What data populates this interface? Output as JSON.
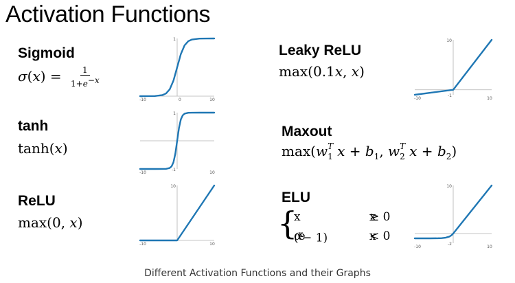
{
  "title": "Activation Functions",
  "caption": "Different Activation Functions and their Graphs",
  "colors": {
    "curve": "#1f77b4",
    "axis": "#b0b0b0",
    "tick_text": "#555555"
  },
  "functions": {
    "sigmoid": {
      "name": "Sigmoid"
    },
    "tanh": {
      "name": "tanh"
    },
    "relu": {
      "name": "ReLU"
    },
    "leaky": {
      "name": "Leaky ReLU"
    },
    "maxout": {
      "name": "Maxout"
    },
    "elu": {
      "name": "ELU"
    }
  },
  "chart_data": [
    {
      "id": "sigmoid",
      "type": "line",
      "title": "Sigmoid",
      "xlim": [
        -10,
        10
      ],
      "ylim": [
        0,
        1
      ],
      "tick_labels": {
        "x_left": "-10",
        "x_right": "10",
        "y_top": "1",
        "origin": "0"
      },
      "series": [
        {
          "x": [
            -10,
            -8,
            -6,
            -4,
            -3,
            -2,
            -1,
            0,
            1,
            2,
            3,
            4,
            6,
            8,
            10
          ],
          "y": [
            0.0,
            0.0003,
            0.0025,
            0.018,
            0.047,
            0.119,
            0.269,
            0.5,
            0.731,
            0.881,
            0.953,
            0.982,
            0.9975,
            0.9997,
            1.0
          ]
        }
      ]
    },
    {
      "id": "tanh",
      "type": "line",
      "title": "tanh",
      "xlim": [
        -10,
        10
      ],
      "ylim": [
        -1,
        1
      ],
      "tick_labels": {
        "x_left": "-10",
        "x_right": "10",
        "y_top": "1",
        "y_bottom": "-1"
      },
      "series": [
        {
          "x": [
            -10,
            -6,
            -4,
            -3,
            -2,
            -1.5,
            -1,
            -0.5,
            0,
            0.5,
            1,
            1.5,
            2,
            3,
            4,
            6,
            10
          ],
          "y": [
            -1,
            -1,
            -0.999,
            -0.995,
            -0.964,
            -0.905,
            -0.762,
            -0.462,
            0,
            0.462,
            0.762,
            0.905,
            0.964,
            0.995,
            0.999,
            1,
            1
          ]
        }
      ]
    },
    {
      "id": "relu",
      "type": "line",
      "title": "ReLU",
      "xlim": [
        -10,
        10
      ],
      "ylim": [
        0,
        10
      ],
      "tick_labels": {
        "x_left": "-10",
        "x_right": "10",
        "y_top": "10"
      },
      "series": [
        {
          "x": [
            -10,
            0,
            10
          ],
          "y": [
            0,
            0,
            10
          ]
        }
      ]
    },
    {
      "id": "leaky",
      "type": "line",
      "title": "Leaky ReLU",
      "xlim": [
        -10,
        10
      ],
      "ylim": [
        -1,
        10
      ],
      "tick_labels": {
        "x_left": "-10",
        "x_right": "10",
        "y_top": "10",
        "y_bottom": "-1"
      },
      "series": [
        {
          "x": [
            -10,
            0,
            10
          ],
          "y": [
            -1,
            0,
            10
          ]
        }
      ]
    },
    {
      "id": "elu",
      "type": "line",
      "title": "ELU",
      "xlim": [
        -10,
        10
      ],
      "ylim": [
        -2,
        10
      ],
      "tick_labels": {
        "x_left": "-10",
        "x_right": "10",
        "y_top": "10",
        "y_bottom": "-2"
      },
      "series": [
        {
          "x": [
            -10,
            -6,
            -4,
            -3,
            -2,
            -1,
            -0.5,
            0,
            10
          ],
          "y": [
            -1.0,
            -0.998,
            -0.982,
            -0.95,
            -0.865,
            -0.632,
            -0.393,
            0,
            10
          ]
        }
      ]
    }
  ]
}
